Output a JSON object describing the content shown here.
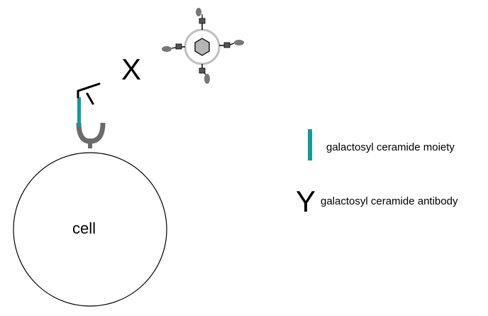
{
  "labels": {
    "cell": "cell",
    "blocked": "X",
    "moiety_symbol": "",
    "antibody_symbol": "Y"
  },
  "legend": {
    "moiety": "galactosyl ceramide moiety",
    "antibody": "galactosyl ceramide antibody"
  },
  "colors": {
    "moiety": "#119c99",
    "receptor": "#6b6b6b",
    "particle_core": "#b5b5b5",
    "particle_ring": "#bfbfbf",
    "outline": "#000000"
  }
}
